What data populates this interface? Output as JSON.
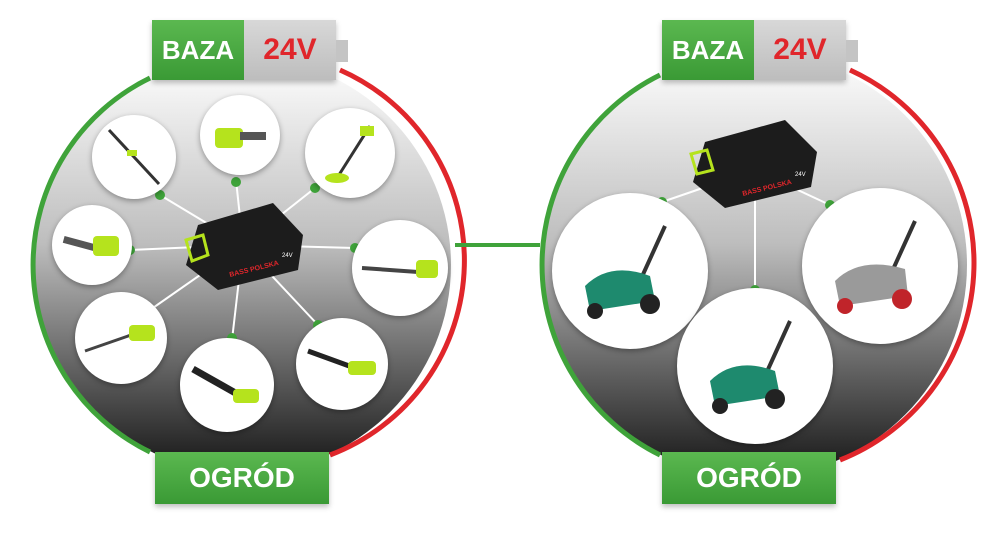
{
  "panels": [
    {
      "badge": {
        "left": "BAZA",
        "right": "24V"
      },
      "label": "OGRÓD",
      "battery": {
        "brand": "BASS POLSKA",
        "voltage": "24V"
      },
      "tools": [
        "pole-saw",
        "chainsaw",
        "grass-trimmer",
        "chainsaw-small",
        "long-hedge-trimmer",
        "hedge-trimmer",
        "blower",
        "leaf-blower"
      ]
    },
    {
      "badge": {
        "left": "BAZA",
        "right": "24V"
      },
      "label": "OGRÓD",
      "battery": {
        "brand": "BASS POLSKA",
        "voltage": "24V"
      },
      "tools": [
        "lawn-mower-green",
        "lawn-mower-grey",
        "lawn-mower-green-2"
      ]
    }
  ],
  "colors": {
    "green": "#3fa33a",
    "red": "#e0262b",
    "lime": "#b5e31d"
  }
}
